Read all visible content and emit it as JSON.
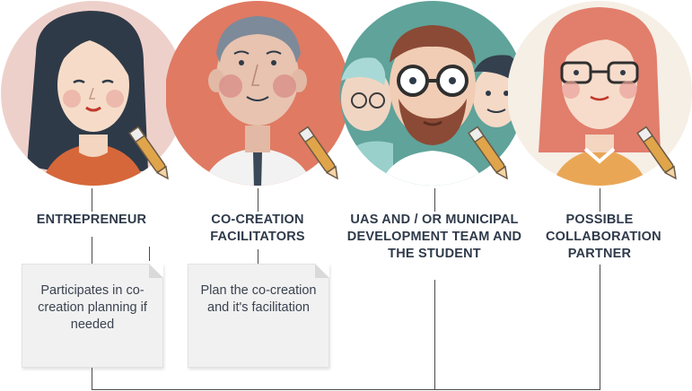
{
  "roles": [
    {
      "label": "ENTREPRENEUR",
      "icon": "entrepreneur-portrait-icon"
    },
    {
      "label": "CO-CREATION FACILITATORS",
      "icon": "facilitator-portrait-icon"
    },
    {
      "label": "UAS AND / OR MUNICIPAL DEVELOPMENT TEAM AND THE STUDENT",
      "icon": "team-portrait-icon"
    },
    {
      "label": "POSSIBLE COLLABORATION PARTNER",
      "icon": "partner-portrait-icon"
    }
  ],
  "notes": [
    {
      "text": "Participates in co-creation planning if needed"
    },
    {
      "text": "Plan the co-creation and it's facilitation"
    }
  ],
  "colors": {
    "circle_entrepreneur": "#eed0cb",
    "circle_facilitator": "#e07a63",
    "circle_team": "#5fa39a",
    "circle_partner": "#f6efe6",
    "label_text": "#2f3a4a",
    "connector": "#4a4a4a"
  }
}
